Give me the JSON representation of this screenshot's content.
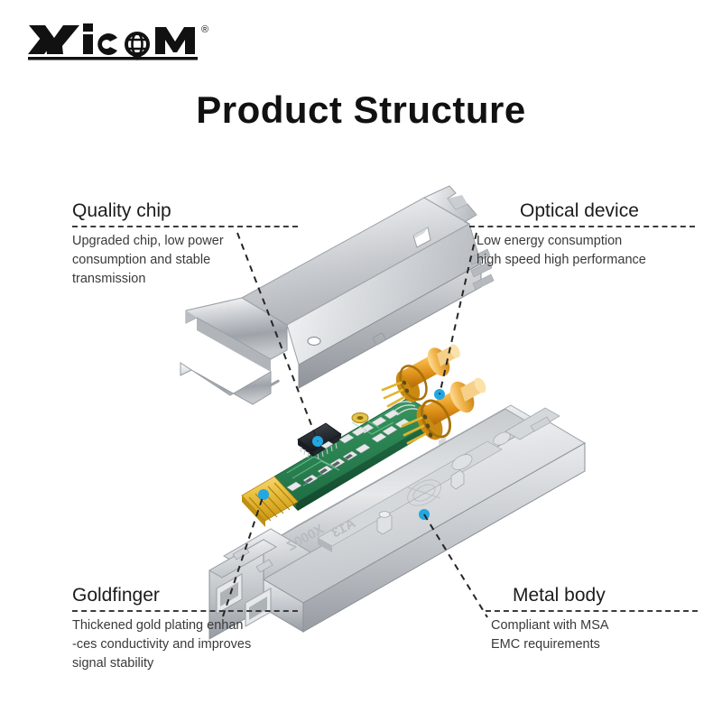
{
  "brand": {
    "name": "XicOM",
    "logo_text_before": "Xic",
    "logo_text_after": "M",
    "globe_icon": "globe-icon",
    "trademark": "®"
  },
  "header": {
    "title": "Product Structure"
  },
  "callouts": [
    {
      "id": "quality-chip",
      "heading": "Quality chip",
      "body": "Upgraded chip, low power consumption and stable transmission",
      "lines": [
        "Upgraded chip, low power",
        "consumption and stable",
        "transmission"
      ],
      "target": "pcb-chip"
    },
    {
      "id": "optical-device",
      "heading": "Optical device",
      "body": "Low energy consumption high speed high performance",
      "lines": [
        "Low energy consumption",
        "high speed high performance"
      ],
      "target": "optical-assembly"
    },
    {
      "id": "goldfinger",
      "heading": "Goldfinger",
      "body": "Thickened gold plating enhan-ces conductivity and improves signal stability",
      "lines": [
        "Thickened gold plating enhan",
        "-ces conductivity and improves",
        "signal stability"
      ],
      "target": "gold-fingers"
    },
    {
      "id": "metal-body",
      "heading": "Metal body",
      "body": "Compliant with MSA EMC requirements",
      "lines": [
        "Compliant with MSA",
        "EMC requirements"
      ],
      "target": "metal-body-shell"
    }
  ],
  "product": {
    "type": "SFP optical transceiver module, exploded view",
    "parts": [
      {
        "name": "top-metal-cover",
        "label": "Metal top cover"
      },
      {
        "name": "pcb-board",
        "label": "Green printed circuit board"
      },
      {
        "name": "pcb-chip",
        "label": "Controller IC chip"
      },
      {
        "name": "gold-fingers",
        "label": "Gold finger edge contacts"
      },
      {
        "name": "optical-assembly",
        "label": "TOSA / ROSA optical devices"
      },
      {
        "name": "metal-body-shell",
        "label": "Metal body base housing"
      }
    ],
    "embossed_marks": [
      "A13",
      "X000Z"
    ]
  },
  "colors": {
    "background": "#ffffff",
    "title": "#111111",
    "heading": "#1c1c1c",
    "body_text": "#3a3a3a",
    "leader_line": "#262626",
    "marker_dot": "#22a7e0",
    "metal_light": "#f2f3f4",
    "metal_mid": "#c9ccd0",
    "metal_dark": "#8e9398",
    "pcb_green": "#2e8b57",
    "pcb_green_dark": "#1e6b41",
    "gold": "#e8b824",
    "optical_amber": "#f0a82a",
    "chip_black": "#2b2f36"
  }
}
